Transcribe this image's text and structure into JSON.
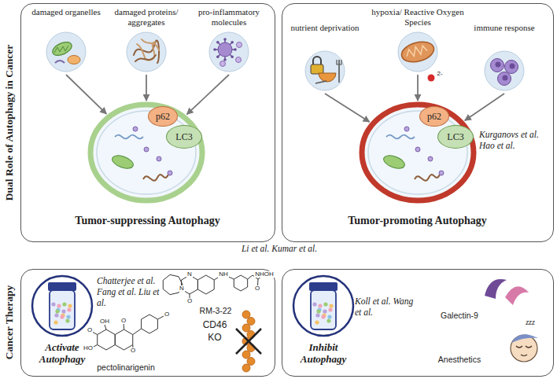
{
  "diagram": {
    "nodes": [
      {
        "text": [
          "Tumor-suppressing Autophagy"
        ]
      },
      {
        "text": [
          "damaged organelles"
        ],
        "in": 0
      },
      {
        "text": [
          "damaged proteins/ aggregates"
        ],
        "in": 0
      },
      {
        "text": [
          "pro-inflammatory molecules"
        ],
        "in": 0
      },
      {
        "text": [],
        "in": 0
      },
      {
        "text": [
          "p62"
        ],
        "in": 4
      },
      {
        "text": [
          "LC3"
        ],
        "in": 4
      },
      {
        "text": [
          "Tumor-promoting Autophagy",
          "Kurganovs et al. Hao et al."
        ]
      },
      {
        "text": [
          "nutrient deprivation"
        ],
        "in": 7
      },
      {
        "text": [
          "hypoxia/ Reactive Oxygen Species"
        ],
        "in": 7
      },
      {
        "text": [
          "immune response"
        ],
        "in": 7
      },
      {
        "text": [],
        "in": 7
      },
      {
        "text": [
          "p62"
        ],
        "in": 11
      },
      {
        "text": [
          "LC3"
        ],
        "in": 11
      },
      {
        "text": [
          "Chatterjee et al. Fang et al. Liu et al.",
          "RM-3-22",
          "pectolinarigenin",
          "CD46 KO"
        ]
      },
      {
        "text": [
          "Activate Autophagy"
        ],
        "in": 14
      },
      {
        "text": [
          "Koll et al. Wang et al.",
          "Galectin-9",
          "Anesthetics"
        ]
      },
      {
        "text": [
          "Inhibit Autophagy"
        ],
        "in": 16
      }
    ],
    "edges": [
      {
        "from": 1,
        "to": 4,
        "arrow": "to"
      },
      {
        "from": 2,
        "to": 4,
        "arrow": "to"
      },
      {
        "from": 3,
        "to": 4,
        "arrow": "to"
      },
      {
        "from": 8,
        "to": 11,
        "arrow": "to"
      },
      {
        "from": 9,
        "to": 11,
        "arrow": "to"
      },
      {
        "from": 10,
        "to": 11,
        "arrow": "to"
      }
    ],
    "labels": [
      "Dual Role of Autophagy in Cancer",
      "Li et al. Kumar et al.",
      "Cancer Therapy",
      "2-",
      "N",
      "N",
      "O",
      "NH",
      "O",
      "NHOH",
      "O",
      "O",
      "O",
      "OH",
      "O",
      "HO",
      "zzz"
    ]
  }
}
